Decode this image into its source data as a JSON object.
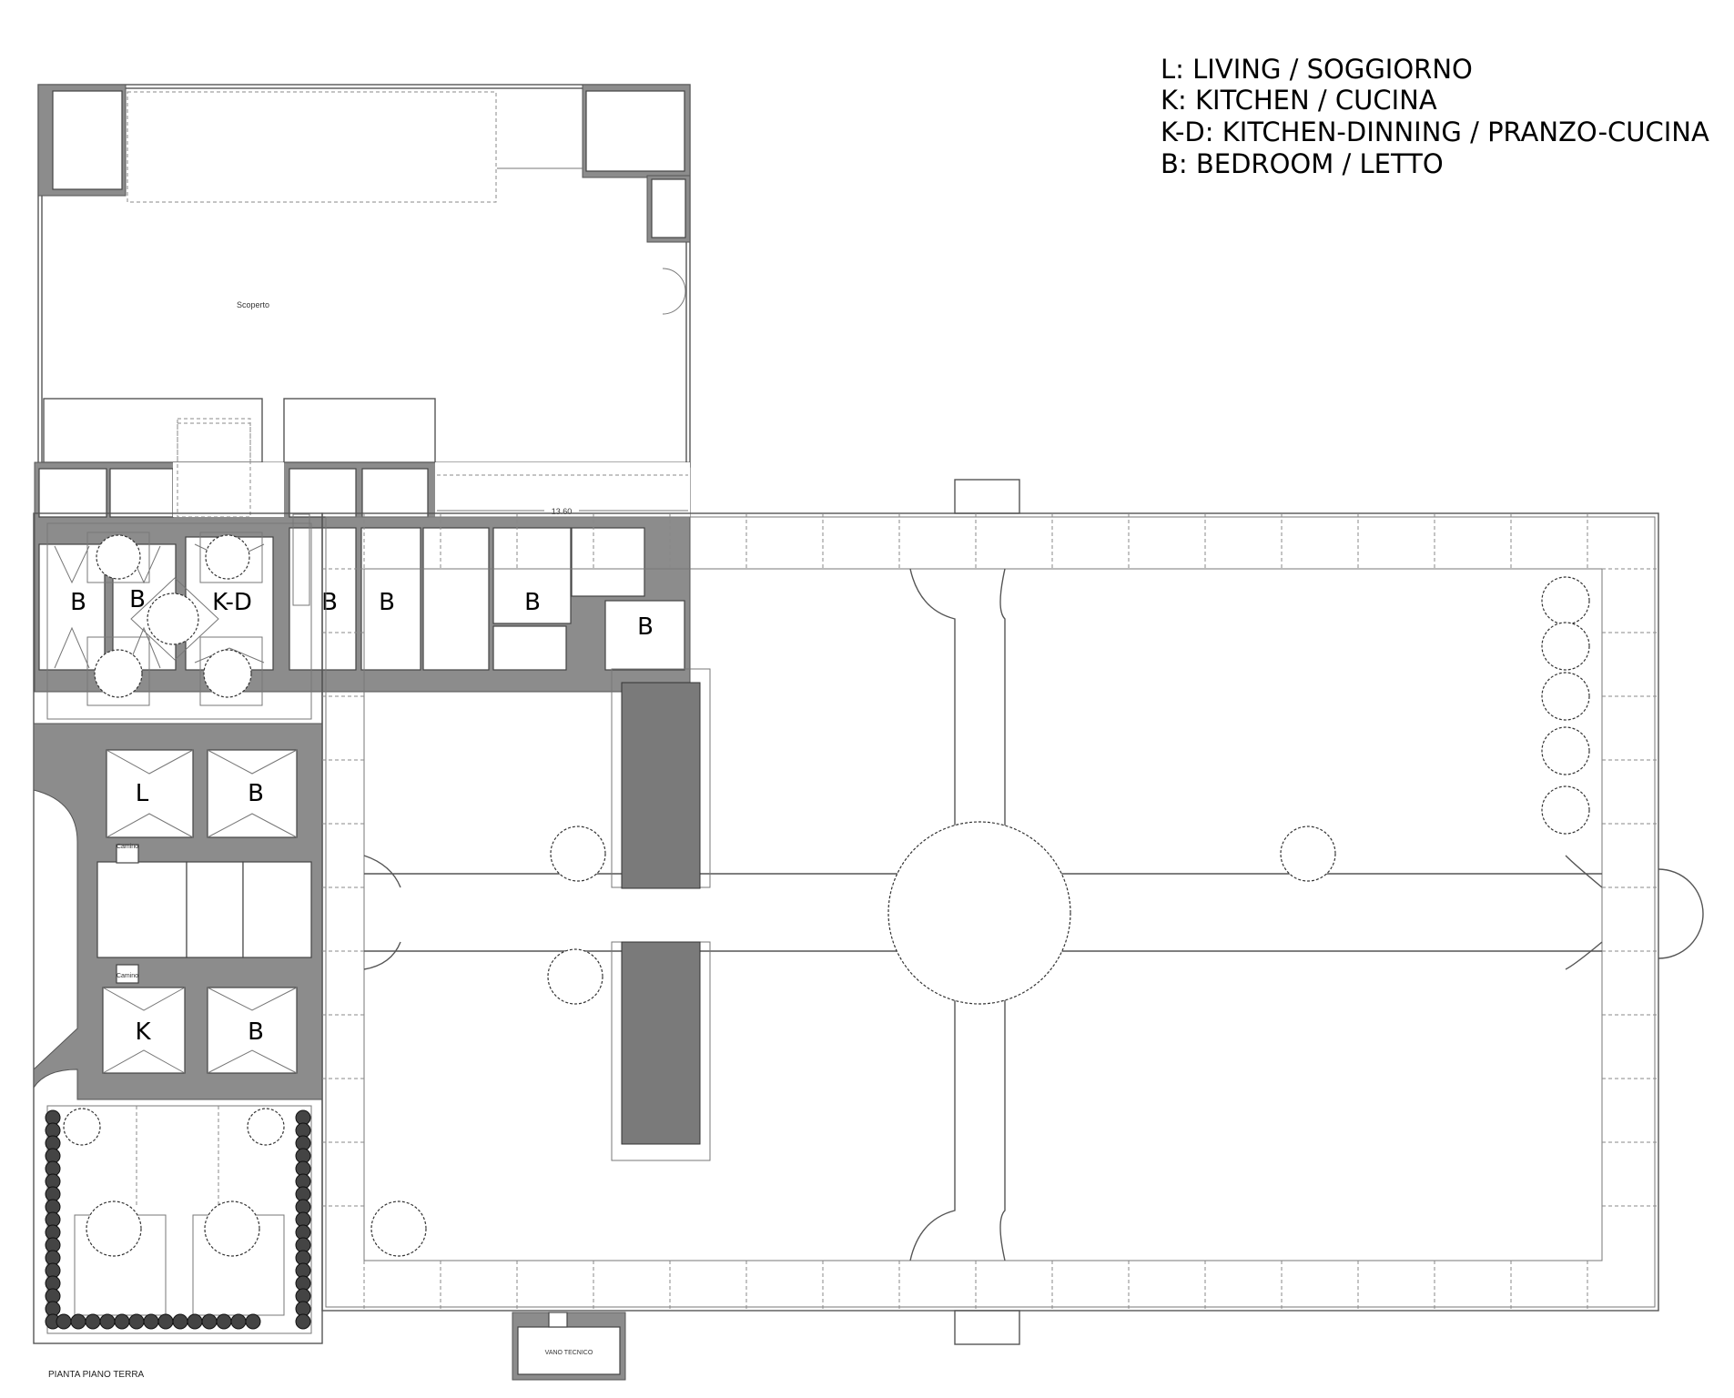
{
  "legend": [
    "L: LIVING / SOGGIORNO",
    "K: KITCHEN / CUCINA",
    "K-D: KITCHEN-DINNING / PRANZO-CUCINA",
    "B: BEDROOM / LETTO"
  ],
  "rooms": [
    "B",
    "B",
    "K-D",
    "B",
    "B",
    "B",
    "B",
    "L",
    "B",
    "K",
    "B"
  ],
  "annotations": {
    "courtyard": "Scoperto",
    "dimension": "13.60",
    "fireplace_1": "Camino",
    "fireplace_2": "Camino",
    "plant_room": "VANO TECNICO",
    "plan_title": "PIANTA PIANO TERRA"
  },
  "colors": {
    "wall": "#8c8c8c",
    "line": "#555555",
    "background": "#ffffff"
  }
}
